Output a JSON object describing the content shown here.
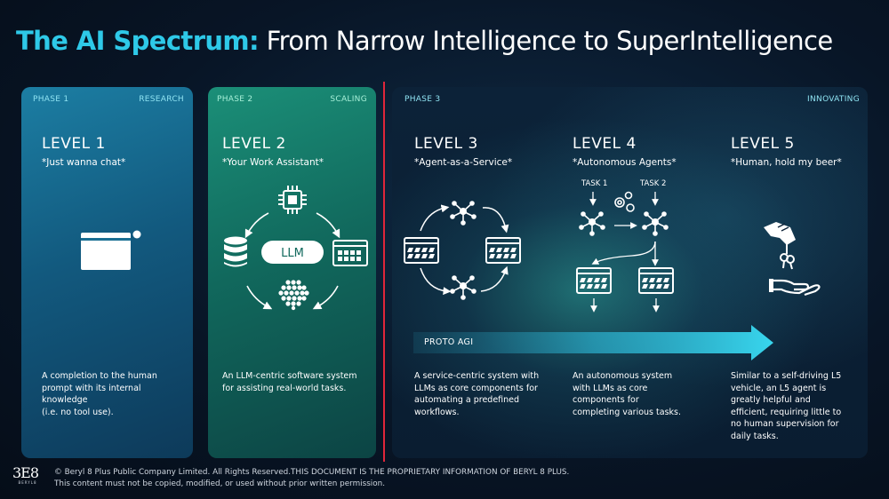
{
  "title": {
    "accent": "The AI Spectrum:",
    "rest": " From Narrow Intelligence to SuperIntelligence"
  },
  "phases": [
    {
      "label": "PHASE 1",
      "tag": "RESEARCH"
    },
    {
      "label": "PHASE 2",
      "tag": "SCALING"
    },
    {
      "label": "PHASE 3",
      "tag": "INNOVATING"
    }
  ],
  "levels": [
    {
      "level": "LEVEL 1",
      "subtitle": "*Just wanna chat*",
      "description_lines": [
        "A completion to the human",
        "prompt with its internal",
        "knowledge",
        "(i.e. no tool use)."
      ]
    },
    {
      "level": "LEVEL 2",
      "subtitle": "*Your Work Assistant*",
      "description_lines": [
        "An LLM-centric software system",
        "for assisting real-world tasks."
      ]
    },
    {
      "level": "LEVEL 3",
      "subtitle": "*Agent-as-a-Service*",
      "description_lines": [
        "A service-centric system with",
        "LLMs as core components for",
        "automating a predefined",
        "workflows."
      ]
    },
    {
      "level": "LEVEL 4",
      "subtitle": "*Autonomous Agents*",
      "description_lines": [
        "An autonomous system",
        "with LLMs as core",
        "components for",
        "completing various tasks."
      ]
    },
    {
      "level": "LEVEL 5",
      "subtitle": "*Human, hold my beer*",
      "description_lines": [
        "Similar to a self-driving L5",
        "vehicle, an L5 agent is",
        "greatly helpful and",
        "efficient, requiring little to",
        "no human supervision for",
        "daily tasks."
      ]
    }
  ],
  "diagram_labels": {
    "llm": "LLM",
    "task1": "TASK 1",
    "task2": "TASK 2",
    "proto_agi": "PROTO AGI"
  },
  "icons": [
    "chat-window-icon",
    "chip-icon",
    "database-icon",
    "app-window-icon",
    "neural-net-icon",
    "network-node-icon",
    "gears-icon",
    "robot-hand-keys-icon",
    "open-hand-icon"
  ],
  "colors": {
    "accent": "#2ec9e8",
    "divider": "#e0263a",
    "phase1": "#1c7ea3",
    "phase2": "#1b8f78"
  },
  "footer": {
    "logo": "3E8",
    "logo_sub": "BERYL8",
    "line1": "© Beryl 8 Plus Public Company Limited. All Rights Reserved.THIS DOCUMENT IS THE PROPRIETARY INFORMATION OF BERYL 8 PLUS.",
    "line2": "This content must not be copied, modified, or used without prior written permission."
  }
}
